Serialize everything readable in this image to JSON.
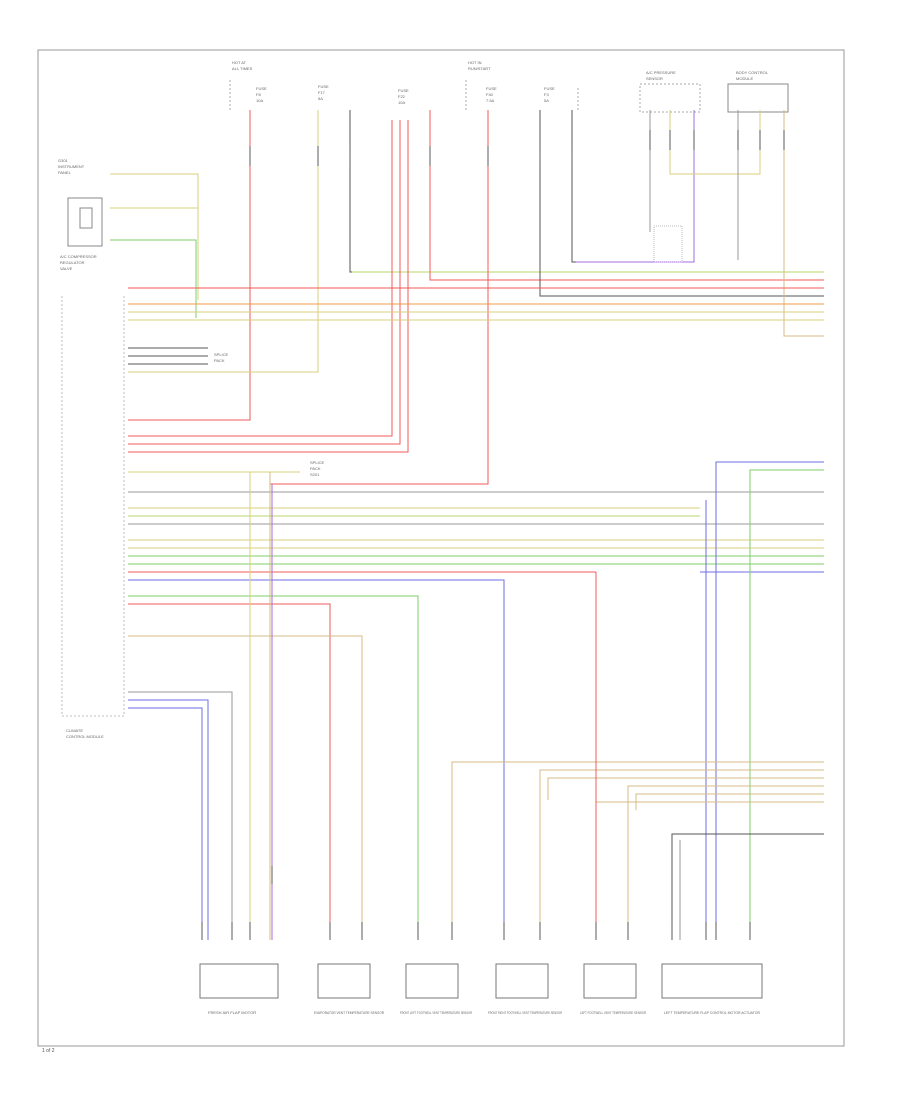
{
  "diagram": {
    "page_id": "1 of 2",
    "colors": {
      "red": "#f25a5a",
      "orange": "#f39a45",
      "yellow": "#d8cf7a",
      "tan": "#d6bb86",
      "green": "#7ccf6a",
      "blue": "#6e6ee6",
      "violet": "#a66de0",
      "gray": "#9a9a9a",
      "black": "#555555",
      "brown": "#b08a5a",
      "yellowgreen": "#b9d46a"
    },
    "top_labels": [
      {
        "id": "fuse1",
        "lines": [
          "HOT AT",
          "ALL TIMES"
        ]
      },
      {
        "id": "fuse2",
        "lines": [
          "FUSE",
          "F8",
          "10A"
        ]
      },
      {
        "id": "fuse3",
        "lines": [
          "FUSE",
          "F17",
          "5A"
        ]
      },
      {
        "id": "fuse4",
        "lines": [
          "HOT IN",
          "RUN/START"
        ]
      },
      {
        "id": "fuse5",
        "lines": [
          "FUSE",
          "F22",
          "10A"
        ]
      },
      {
        "id": "fuse6",
        "lines": [
          "FUSE",
          "F40",
          "7.5A"
        ]
      },
      {
        "id": "fuse7",
        "lines": [
          "FUSE",
          "F3",
          "5A"
        ]
      },
      {
        "id": "sensor_top",
        "lines": [
          "A/C PRESSURE",
          "SENSOR"
        ]
      },
      {
        "id": "module_top",
        "lines": [
          "BODY CONTROL",
          "MODULE"
        ]
      }
    ],
    "left_labels": {
      "ground_label": [
        "G301",
        "INSTRUMENT",
        "PANEL"
      ],
      "resistor_label": [
        "A/C COMPRESSOR",
        "REGULATOR",
        "VALVE"
      ],
      "module_label": [
        "CLIMATE",
        "CONTROL MODULE"
      ],
      "splice_label": [
        "SPLICE",
        "PACK"
      ],
      "mid_splice_label": [
        "SPLICE",
        "PACK",
        "S201"
      ]
    },
    "components": [
      {
        "id": "comp1",
        "name": "FRESH AIR FLAP MOTOR"
      },
      {
        "id": "comp2",
        "name": "EVAPORATOR VENT TEMPERATURE SENSOR"
      },
      {
        "id": "comp3",
        "name": "FRONT LEFT FOOTWELL VENT TEMPERATURE SENSOR"
      },
      {
        "id": "comp4",
        "name": "FRONT RIGHT FOOTWELL VENT TEMPERATURE SENSOR"
      },
      {
        "id": "comp5",
        "name": "LEFT FOOTWELL VENT TEMPERATURE SENSOR"
      },
      {
        "id": "comp6",
        "name": "LEFT TEMPERATURE FLAP CONTROL MOTOR ACTUATOR"
      }
    ]
  }
}
